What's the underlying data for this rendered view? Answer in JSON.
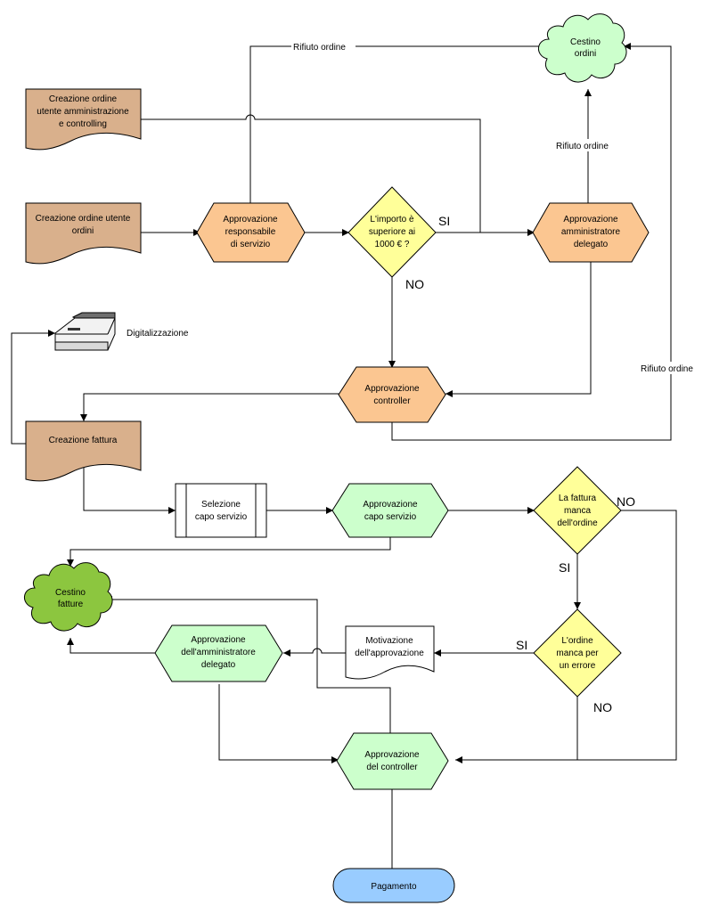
{
  "colors": {
    "doc_fill": "#D9B08C",
    "orange_fill": "#FBC691",
    "yellow_fill": "#FFFF99",
    "light_green_fill": "#CCFFCC",
    "trash_orders_fill": "#CCFFCC",
    "trash_invoices_fill": "#8CC63F",
    "terminal_fill": "#99CCFF",
    "white_fill": "#FFFFFF",
    "stroke": "#000000"
  },
  "nodes": {
    "order_admin": {
      "lines": [
        "Creazione ordine",
        "utente amministrazione",
        "e controlling"
      ]
    },
    "order_user": {
      "lines": [
        "Creazione ordine utente",
        "ordini"
      ]
    },
    "approval_resp": {
      "lines": [
        "Approvazione",
        "responsabile",
        "di servizio"
      ]
    },
    "decision_amount": {
      "lines": [
        "L'importo è",
        "superiore ai",
        "1000 € ?"
      ]
    },
    "approval_ad": {
      "lines": [
        "Approvazione",
        "amministratore",
        "delegato"
      ]
    },
    "trash_orders": {
      "lines": [
        "Cestino",
        "ordini"
      ]
    },
    "scanner": {
      "label": "Digitalizzazione",
      "icon": "scanner-icon"
    },
    "approval_controller1": {
      "lines": [
        "Approvazione",
        "controller"
      ]
    },
    "invoice_creation": {
      "lines": [
        "Creazione fattura"
      ]
    },
    "select_head": {
      "lines": [
        "Selezione",
        "capo servizio"
      ]
    },
    "approval_head": {
      "lines": [
        "Approvazione",
        "capo servizio"
      ]
    },
    "decision_missing": {
      "lines": [
        "La fattura",
        "manca",
        "dell'ordine"
      ]
    },
    "trash_invoices": {
      "lines": [
        "Cestino",
        "fatture"
      ]
    },
    "approval_ad2": {
      "lines": [
        "Approvazione",
        "dell'amministratore",
        "delegato"
      ]
    },
    "motivation": {
      "lines": [
        "Motivazione",
        "dell'approvazione"
      ]
    },
    "decision_error": {
      "lines": [
        "L'ordine",
        "manca per",
        "un errore"
      ]
    },
    "approval_controller2": {
      "lines": [
        "Approvazione",
        "del controller"
      ]
    },
    "payment": {
      "lines": [
        "Pagamento"
      ]
    }
  },
  "edge_labels": {
    "reject_top": "Rifiuto ordine",
    "reject_ad": "Rifiuto ordine",
    "reject_right": "Rifiuto ordine",
    "si_amount": "SI",
    "no_amount": "NO",
    "no_missing": "NO",
    "si_missing": "SI",
    "si_error": "SI",
    "no_error": "NO"
  }
}
